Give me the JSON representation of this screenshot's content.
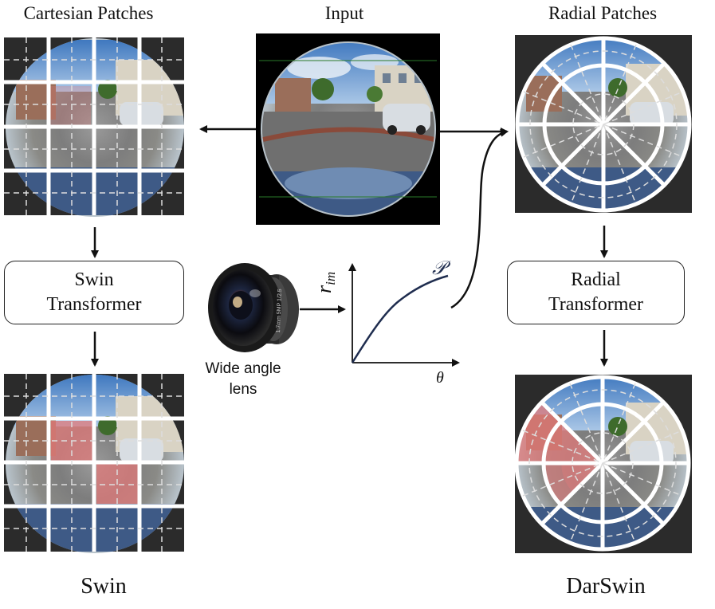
{
  "titles": {
    "cartesian": "Cartesian Patches",
    "input": "Input",
    "radial": "Radial Patches"
  },
  "boxes": {
    "swin_line1": "Swin",
    "swin_line2": "Transformer",
    "radial_line1": "Radial",
    "radial_line2": "Transformer"
  },
  "lens": {
    "caption_line1": "Wide angle",
    "caption_line2": "lens",
    "engraving": "1.7mm 5MP 1/2.5"
  },
  "curve": {
    "y_label": "r",
    "y_label_sub": "im",
    "x_label": "θ",
    "curve_label": "𝒫"
  },
  "bottom_labels": {
    "left": "Swin",
    "right": "DarSwin"
  },
  "colors": {
    "highlight": "#e27a7a",
    "grid_line": "#ffffff",
    "dark_bg": "#2b2b2b",
    "curve": "#1f2d4f",
    "sky": "#4f86c4"
  }
}
